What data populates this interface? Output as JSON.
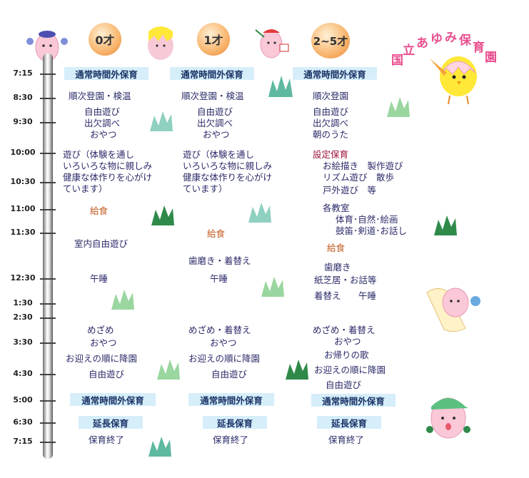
{
  "title_chars": [
    "国",
    "立",
    "あ",
    "ゆ",
    "み",
    "保",
    "育",
    "園"
  ],
  "ages": [
    "0才",
    "1才",
    "2~5才"
  ],
  "times": [
    "7:15",
    "8:30",
    "9:30",
    "10:00",
    "10:30",
    "11:00",
    "11:30",
    "12:30",
    "1:30",
    "2:30",
    "3:30",
    "4:30",
    "5:00",
    "6:30",
    "7:15"
  ],
  "col0": {
    "band_morning": "通常時間外保育",
    "line1": "順次登園・検温",
    "line2": "自由遊び",
    "line3": "出欠調べ",
    "line4": "おやつ",
    "play1": "遊び（体験を通し",
    "play2": "いろいろな物に親しみ",
    "play3": "健康な体作りを心がけ",
    "play4": "ています）",
    "lunch": "給食",
    "indoor": "室内自由遊び",
    "nap": "午睡",
    "wake": "めざめ",
    "snack2": "おやつ",
    "pickup": "お迎えの順に降園",
    "free2": "自由遊び",
    "band_evening": "通常時間外保育",
    "extended": "延長保育",
    "end": "保育終了"
  },
  "col1": {
    "band_morning": "通常時間外保育",
    "line1": "順次登園・検温",
    "line2": "自由遊び",
    "line3": "出欠調べ",
    "line4": "おやつ",
    "play1": "遊び（体験を通し",
    "play2": "いろいろな物に親しみ",
    "play3": "健康な体作りを心がけ",
    "play4": "ています）",
    "lunch": "給食",
    "brush": "歯磨き・着替え",
    "nap": "午睡",
    "wake": "めざめ・着替え",
    "snack2": "おやつ",
    "pickup": "お迎えの順に降園",
    "free2": "自由遊び",
    "band_evening": "通常時間外保育",
    "extended": "延長保育",
    "end": "保育終了"
  },
  "col2": {
    "band_morning": "通常時間外保育",
    "line1": "順次登園",
    "line2": "自由遊び",
    "line3": "出欠調べ",
    "line4": "朝のうた",
    "set": "設定保育",
    "set1": "お絵描き　製作遊び",
    "set2": "リズム遊び　散歩",
    "set3": "戸外遊び　等",
    "room": "各教室",
    "room1": "体育･自然･絵画",
    "room2": "鼓笛･剣道･お話し",
    "lunch": "給食",
    "brush": "歯磨き",
    "story": "紙芝居・お話等",
    "change": "着替え",
    "nap": "午睡",
    "wake": "めざめ・着替え",
    "snack2": "おやつ",
    "song": "お帰りの歌",
    "pickup": "お迎えの順に降園",
    "free2": "自由遊び",
    "band_evening": "通常時間外保育",
    "extended": "延長保育",
    "end": "保育終了"
  },
  "colors": {
    "band": "#d6eefa",
    "grass_dark": "#2f8a4a",
    "grass_light": "#8fd0b0",
    "accent": "#e84f8f"
  }
}
